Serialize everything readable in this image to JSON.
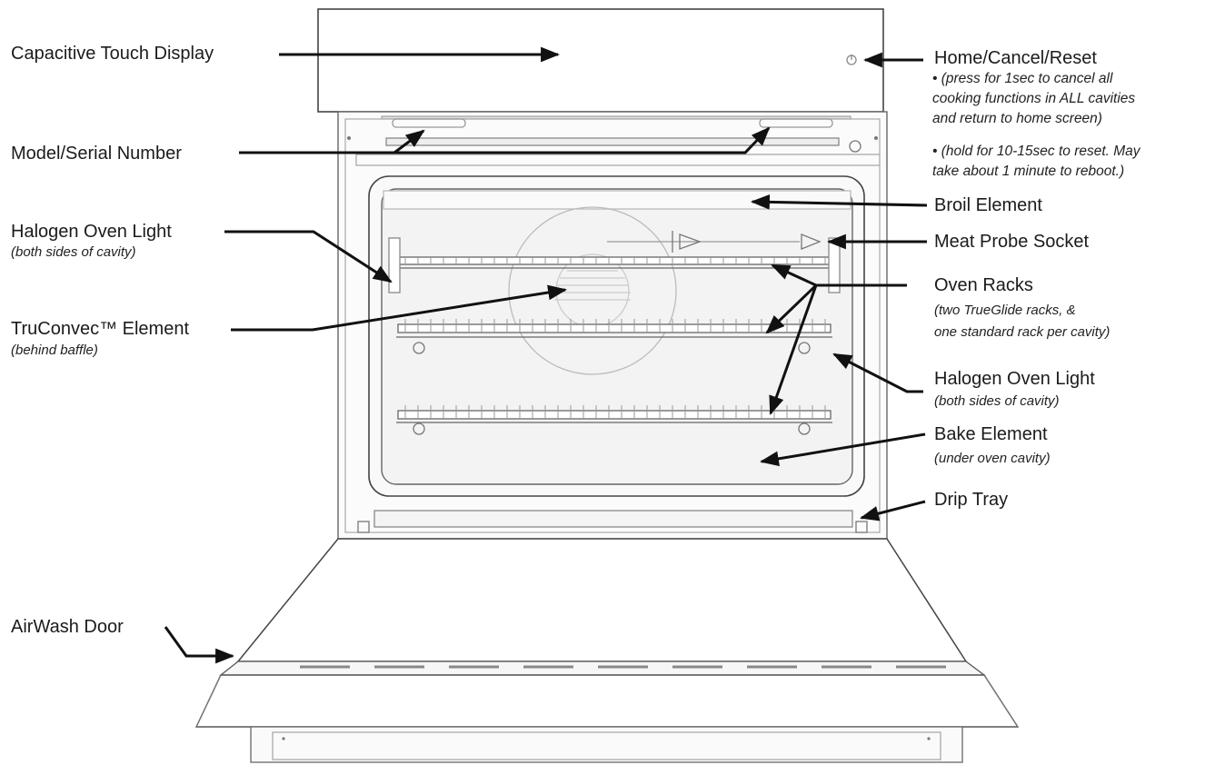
{
  "labels": {
    "capacitive_display": "Capacitive Touch Display",
    "model_serial": "Model/Serial Number",
    "halogen_light_left": "Halogen Oven Light",
    "halogen_light_left_sub": "(both sides of cavity)",
    "truconvec": "TruConvec™ Element",
    "truconvec_sub": "(behind baffle)",
    "airwash_door": "AirWash Door",
    "home_cancel_reset": "Home/Cancel/Reset",
    "home_note_1": [
      "• (press for 1sec to cancel all",
      "  cooking functions in ALL cavities",
      "  and return to home screen)"
    ],
    "home_note_2": [
      "• (hold for 10-15sec to reset. May",
      "  take about 1 minute to reboot.)"
    ],
    "broil_element": "Broil Element",
    "meat_probe_socket": "Meat Probe Socket",
    "oven_racks": "Oven Racks",
    "oven_racks_sub": [
      "(two TrueGlide racks, &",
      "one standard rack per cavity)"
    ],
    "halogen_light_right": "Halogen Oven Light",
    "halogen_light_right_sub": "(both sides of cavity)",
    "bake_element": "Bake Element",
    "bake_element_sub": "(under oven cavity)",
    "drip_tray": "Drip Tray"
  }
}
